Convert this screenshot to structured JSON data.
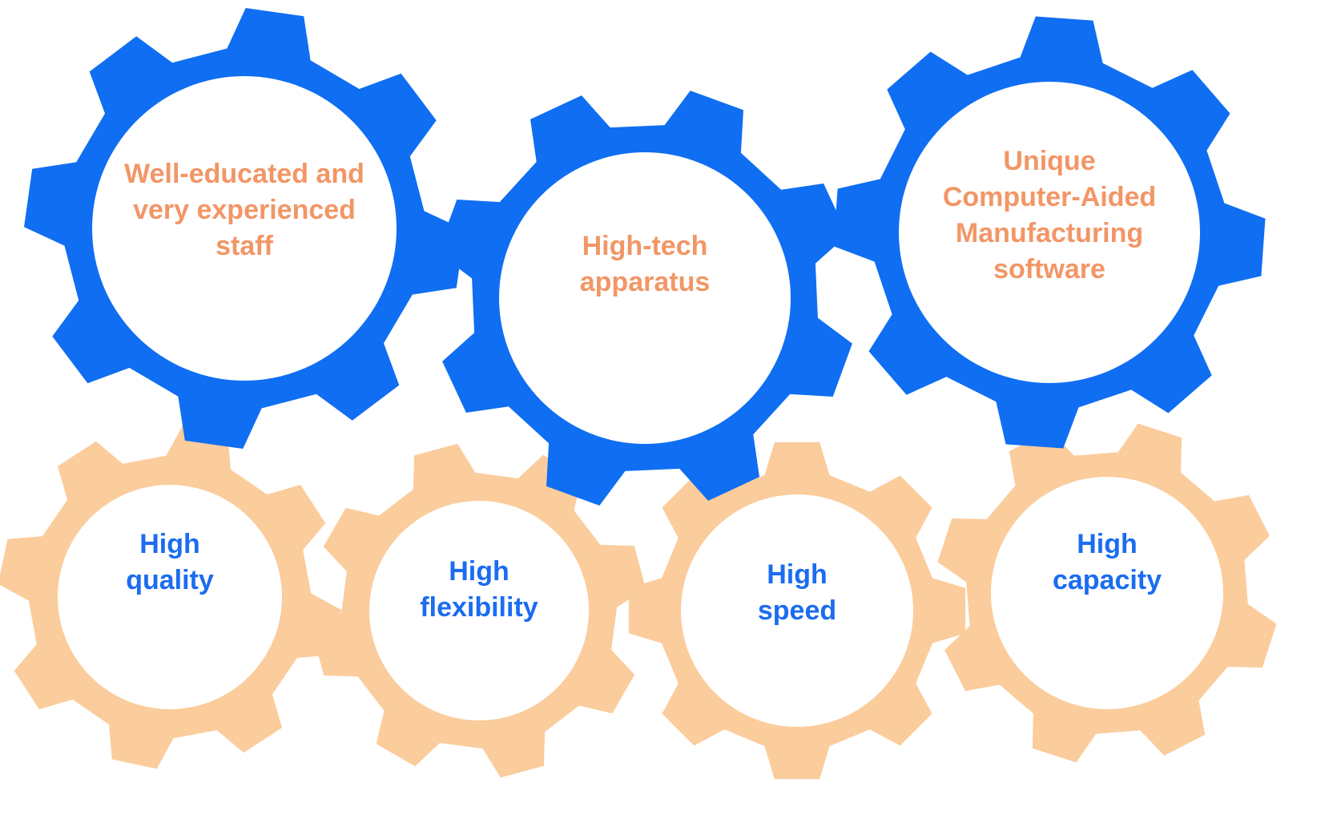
{
  "colors": {
    "background": "#ffffff",
    "top_gear": "#0f6ef2",
    "top_text": "#f29666",
    "bottom_gear": "#fbcc9c",
    "bottom_text": "#1b6cf0",
    "hub": "#ffffff"
  },
  "top_row": [
    {
      "icon": "gear-icon",
      "lines": [
        "Well-educated and",
        "very experienced",
        "staff"
      ]
    },
    {
      "icon": "gear-icon",
      "lines": [
        "High-tech",
        "apparatus"
      ]
    },
    {
      "icon": "gear-icon",
      "lines": [
        "Unique",
        "Computer-Aided",
        "Manufacturing",
        "software"
      ]
    }
  ],
  "bottom_row": [
    {
      "icon": "gear-icon",
      "lines": [
        "High",
        "quality"
      ]
    },
    {
      "icon": "gear-icon",
      "lines": [
        "High",
        "flexibility"
      ]
    },
    {
      "icon": "gear-icon",
      "lines": [
        "High",
        "speed"
      ]
    },
    {
      "icon": "gear-icon",
      "lines": [
        "High",
        "capacity"
      ]
    }
  ]
}
